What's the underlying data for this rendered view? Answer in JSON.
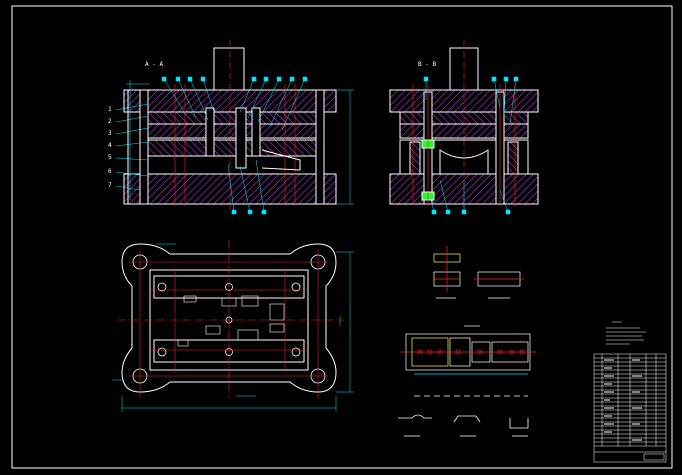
{
  "drawing": {
    "background": "#000000",
    "colors": {
      "outline": "#ffffff",
      "hatch": "#9b2fbf",
      "centerline": "#ff2020",
      "dimension": "#00e5ff",
      "part": "#ffff40",
      "accent": "#20ff20"
    },
    "section_titles": {
      "a": "A - A",
      "b": "B - B"
    },
    "part_numbers_left": [
      "1",
      "2",
      "3",
      "4",
      "5",
      "6",
      "7"
    ]
  }
}
